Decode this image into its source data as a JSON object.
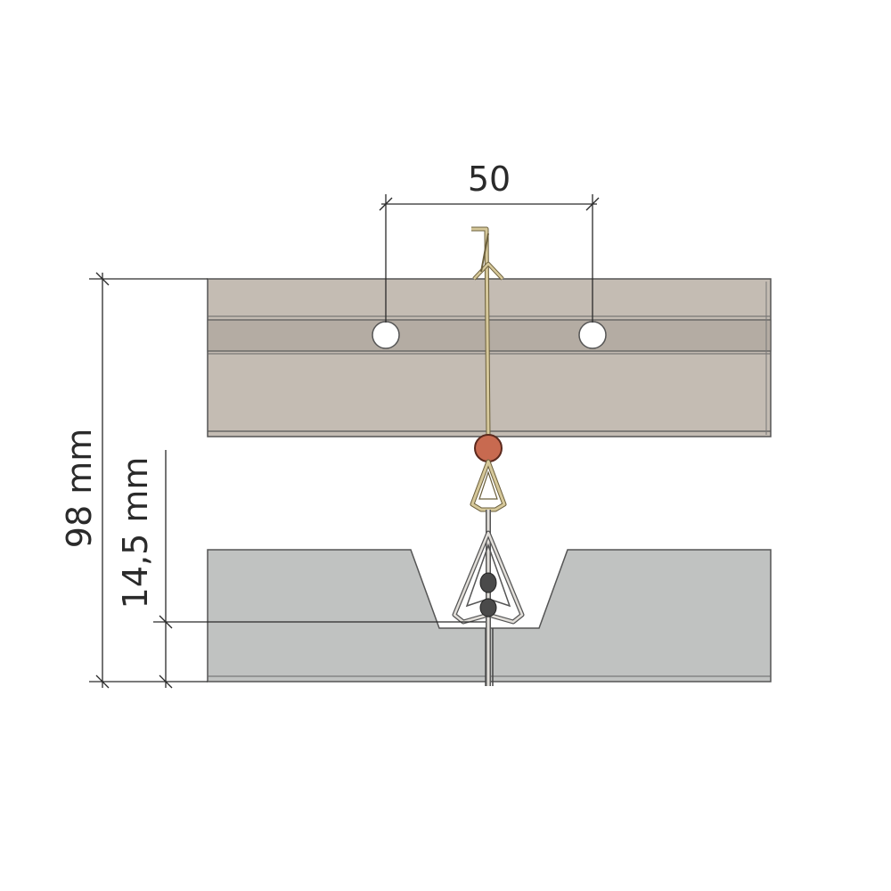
{
  "dimensions": {
    "top_spacing": "50",
    "overall_height": "98 mm",
    "lower_height": "14,5 mm"
  },
  "colors": {
    "carrier_face": "#c4bcb3",
    "carrier_band": "#b4aca3",
    "panel_face": "#c0c2c1",
    "wire": "#d6c89a",
    "wire_outline": "#6b5f3c",
    "connector_ball": "#c86a50",
    "clip": "#e2dfda",
    "line": "#2a2a2a"
  }
}
